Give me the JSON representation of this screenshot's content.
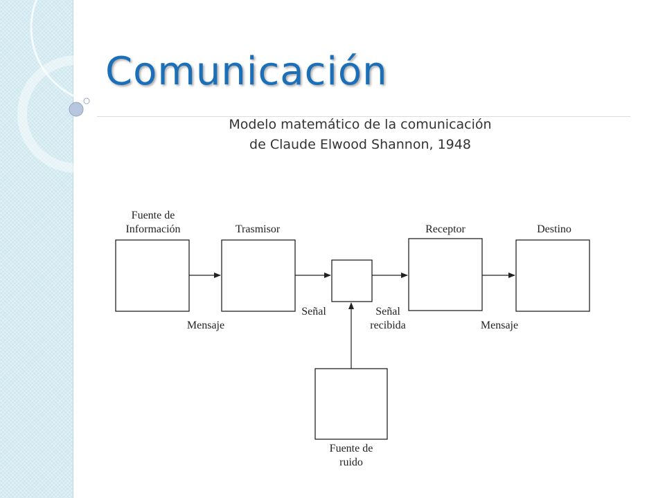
{
  "slide": {
    "title": "Comunicación"
  },
  "diagram": {
    "heading_line1": "Modelo matemático de la comunicación",
    "heading_line2": "de Claude Elwood Shannon, 1948",
    "boxes": {
      "source_line1": "Fuente de",
      "source_line2": "Información",
      "transmitter": "Trasmisor",
      "receiver": "Receptor",
      "destination": "Destino",
      "noise_line1": "Fuente de",
      "noise_line2": "ruido"
    },
    "signals": {
      "message_out": "Mensaje",
      "signal": "Señal",
      "received_line1": "Señal",
      "received_line2": "recibida",
      "message_in": "Mensaje"
    }
  },
  "colors": {
    "title": "#1a6fb8",
    "strip": "#cfe8ef"
  }
}
